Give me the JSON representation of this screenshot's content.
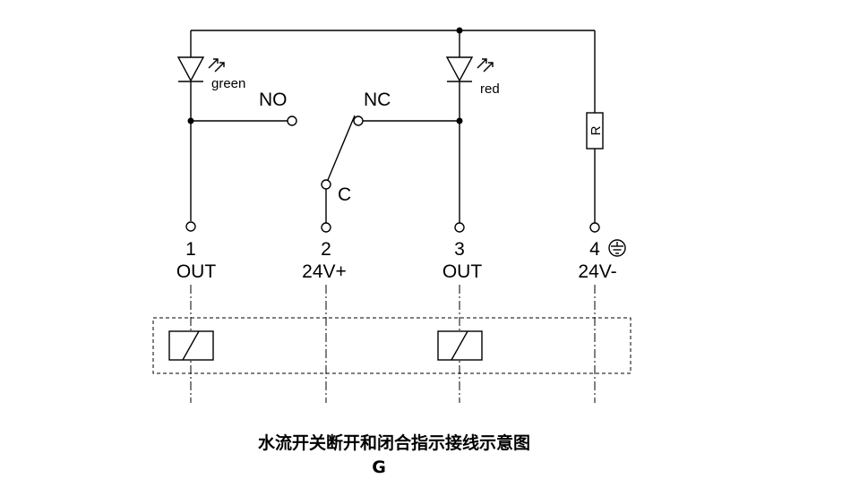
{
  "labels": {
    "green": "green",
    "red": "red",
    "no": "NO",
    "nc": "NC",
    "c": "C",
    "resistor": "R"
  },
  "terminals": [
    {
      "number": "1",
      "function": "OUT"
    },
    {
      "number": "2",
      "function": "24V+"
    },
    {
      "number": "3",
      "function": "OUT"
    },
    {
      "number": "4",
      "function": "24V-"
    }
  ],
  "caption": {
    "title": "水流开关断开和闭合指示接线示意图",
    "subtitle": "G"
  },
  "icons": {
    "led": "led-diode-icon",
    "ground": "ground-symbol-icon",
    "relay": "relay-coil-icon"
  }
}
